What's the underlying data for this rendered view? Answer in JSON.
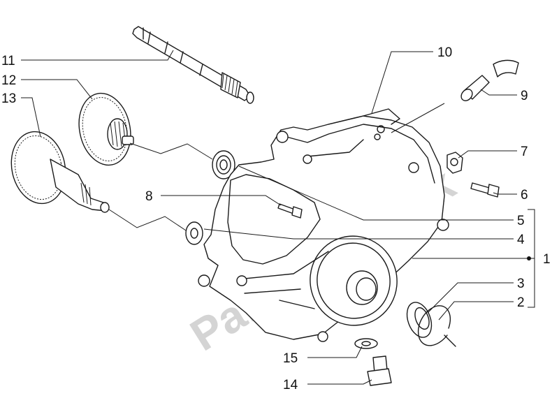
{
  "watermark": "PartsRepublik",
  "callouts": [
    {
      "id": "c1",
      "number": "1"
    },
    {
      "id": "c2",
      "number": "2"
    },
    {
      "id": "c3",
      "number": "3"
    },
    {
      "id": "c4",
      "number": "4"
    },
    {
      "id": "c5",
      "number": "5"
    },
    {
      "id": "c6",
      "number": "6"
    },
    {
      "id": "c7",
      "number": "7"
    },
    {
      "id": "c8",
      "number": "8"
    },
    {
      "id": "c9",
      "number": "9"
    },
    {
      "id": "c10",
      "number": "10"
    },
    {
      "id": "c11",
      "number": "11"
    },
    {
      "id": "c12",
      "number": "12"
    },
    {
      "id": "c13",
      "number": "13"
    },
    {
      "id": "c14",
      "number": "14"
    },
    {
      "id": "c15",
      "number": "15"
    }
  ]
}
